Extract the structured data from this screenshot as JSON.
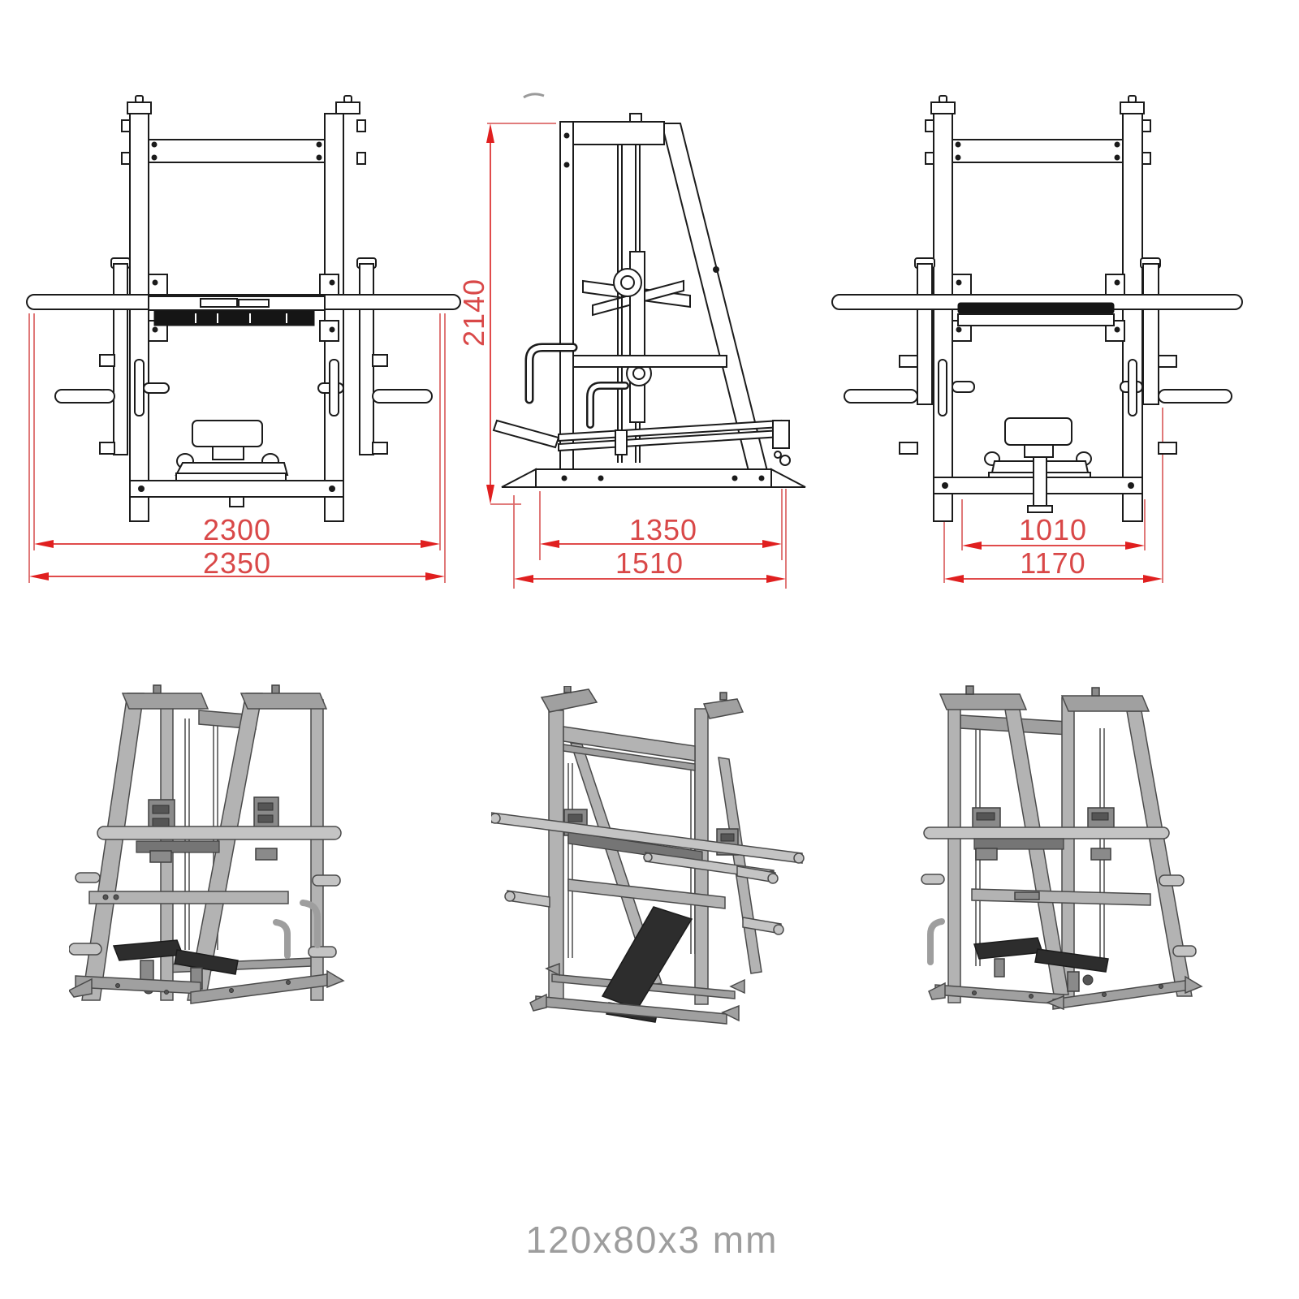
{
  "sheet": {
    "caption": "120x80x3 mm",
    "colors": {
      "drawing_line": "#1b1b1b",
      "dimension_red": "#d94848",
      "render_gray": "#adadad",
      "caption_gray": "#9d9d9d"
    },
    "views": {
      "front_elevation": {
        "dimensions": {
          "inner_width": "2300",
          "overall_width": "2350"
        }
      },
      "side_elevation": {
        "dimensions": {
          "height": "2140",
          "inner_depth": "1350",
          "overall_depth": "1510"
        }
      },
      "rear_elevation": {
        "dimensions": {
          "inner_width": "1010",
          "overall_width": "1170"
        }
      }
    }
  }
}
